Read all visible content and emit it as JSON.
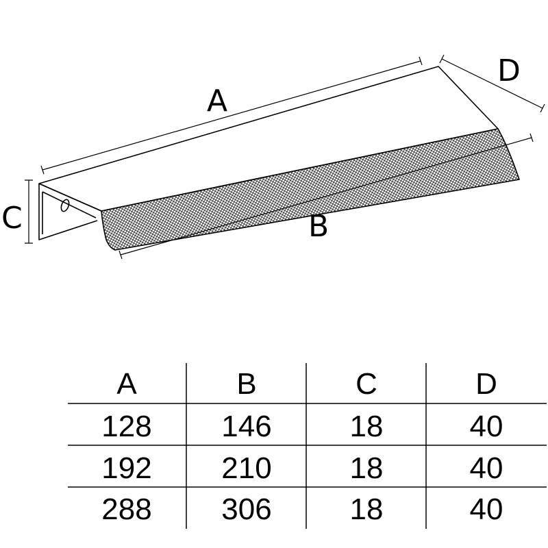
{
  "diagram": {
    "labels": {
      "a": "A",
      "b": "B",
      "c": "C",
      "d": "D"
    },
    "colors": {
      "line": "#000000",
      "background": "#ffffff"
    }
  },
  "table": {
    "headers": [
      "A",
      "B",
      "C",
      "D"
    ],
    "rows": [
      [
        "128",
        "146",
        "18",
        "40"
      ],
      [
        "192",
        "210",
        "18",
        "40"
      ],
      [
        "288",
        "306",
        "18",
        "40"
      ]
    ]
  }
}
